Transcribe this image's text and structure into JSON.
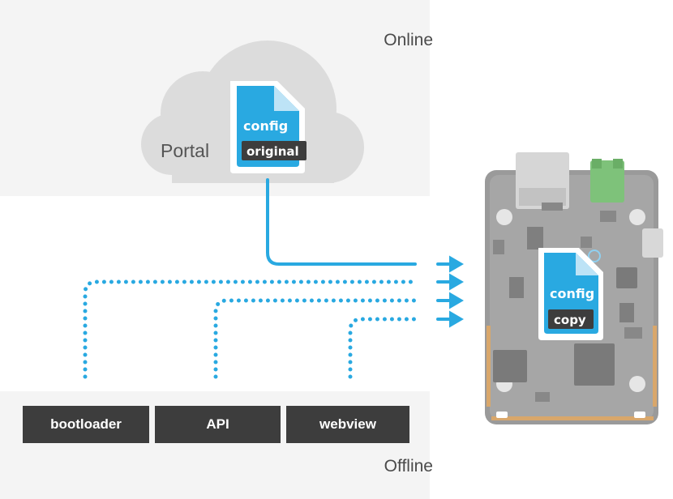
{
  "zones": {
    "online": "Online",
    "offline": "Offline"
  },
  "cloud": {
    "label": "Portal"
  },
  "original_doc": {
    "title": "config",
    "tag": "original"
  },
  "copy_doc": {
    "title": "config",
    "tag": "copy"
  },
  "sources": [
    {
      "label": "bootloader"
    },
    {
      "label": "API"
    },
    {
      "label": "webview"
    }
  ],
  "colors": {
    "accent": "#29a9e1",
    "box": "#3d3d3d",
    "zone": "#f4f4f4",
    "board": "#9a9a9a",
    "cloud": "#dcdcdc",
    "connector": "#7ec27a"
  }
}
